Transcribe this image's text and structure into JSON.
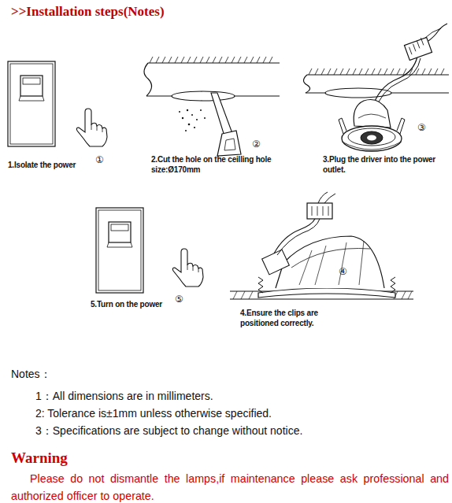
{
  "diagram": {
    "title": ">>Installation steps(Notes)",
    "labels": [
      "1.Isolate the power",
      "①",
      "2.Cut the hole on the ceilling hole size:Ø170mm",
      "②",
      "3.Plug the driver into the power outlet.",
      "③",
      "5.Turn on the power",
      "⑤",
      "4.Ensure the clips are positioned correctly.",
      "④",
      "Notes：",
      "1：All dimensions are in millimeters.",
      "2: Tolerance is±1mm unless otherwise specified.",
      "3：Specifications are subject to change without notice.",
      "Warning",
      "Please do not dismantle the lamps,if maintenance please ask professional and authorized officer to operate."
    ]
  }
}
